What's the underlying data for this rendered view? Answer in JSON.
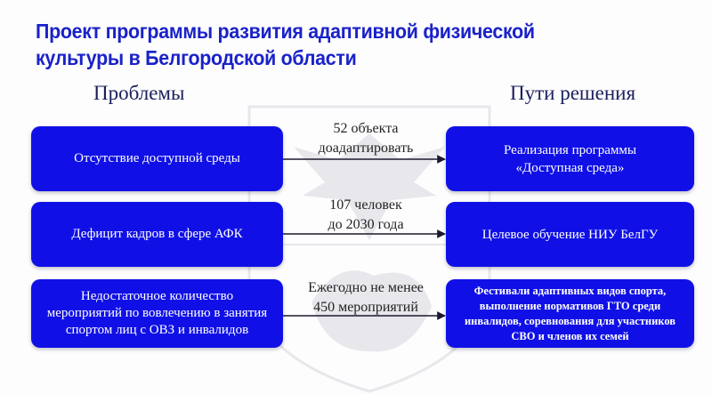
{
  "title": "Проект программы развития адаптивной физической культуры в Белгородской области",
  "columns": {
    "left": "Проблемы",
    "right": "Пути решения"
  },
  "rows": [
    {
      "problem": "Отсутствие доступной среды",
      "label": "52 объекта\nдоадаптировать",
      "solution": "Реализация программы\n«Доступная среда»"
    },
    {
      "problem": "Дефицит кадров в сфере АФК",
      "label": "107 человек\nдо 2030 года",
      "solution": "Целевое обучение НИУ БелГУ"
    },
    {
      "problem": "Недостаточное количество\nмероприятий по вовлечению в занятия\nспортом лиц с ОВЗ и инвалидов",
      "label": "Ежегодно не менее\n450 мероприятий",
      "solution": "Фестивали адаптивных видов спорта,\nвыполнение нормативов ГТО среди\nинвалидов, соревнования для участников\nСВО и членов их семей"
    }
  ],
  "colors": {
    "title": "#1a22c8",
    "box": "#1010e6",
    "box_text": "#ffffff",
    "arrow": "#1a1a2e"
  },
  "watermark_icon": "coat-of-arms-icon"
}
